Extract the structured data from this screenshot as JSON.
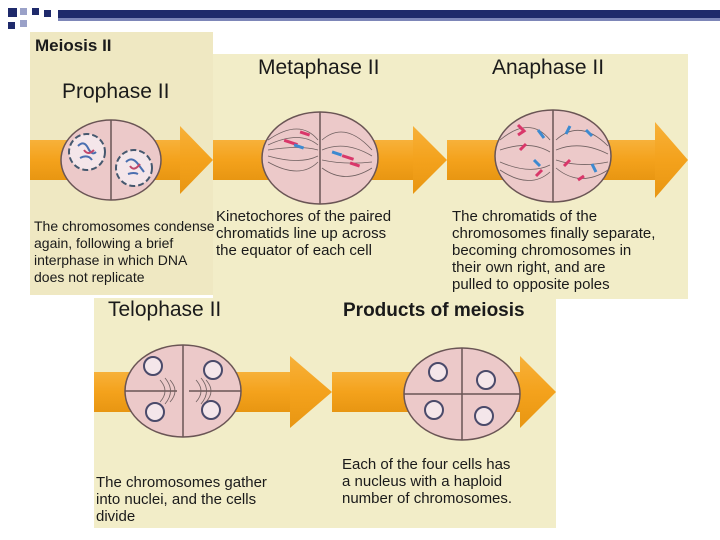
{
  "slide": {
    "accent_colors": {
      "bar": "#1f2a6b",
      "bar_light": "#7d86b8",
      "arrow": "#f5a623",
      "cell_fill": "#ecc9c9",
      "cell_stroke": "#6a5555"
    }
  },
  "sections": {
    "meiosis_label": "Meiosis II",
    "prophase": {
      "title": "Prophase II",
      "description": "The chromosomes condense\nagain, following a brief\ninterphase in which DNA\ndoes not replicate"
    },
    "metaphase": {
      "title": "Metaphase II",
      "description": "Kinetochores of the paired\nchromatids line up across\nthe equator of each cell"
    },
    "anaphase": {
      "title": "Anaphase II",
      "description": "The chromatids of the\nchromosomes finally separate,\nbecoming chromosomes in\ntheir own right, and are\npulled to opposite poles"
    },
    "telophase": {
      "title": "Telophase II",
      "description": "The chromosomes gather\ninto nuclei, and the cells\ndivide"
    },
    "products": {
      "title": "Products of meiosis",
      "description": "Each of the four cells has\na nucleus with a haploid\nnumber of chromosomes."
    }
  }
}
